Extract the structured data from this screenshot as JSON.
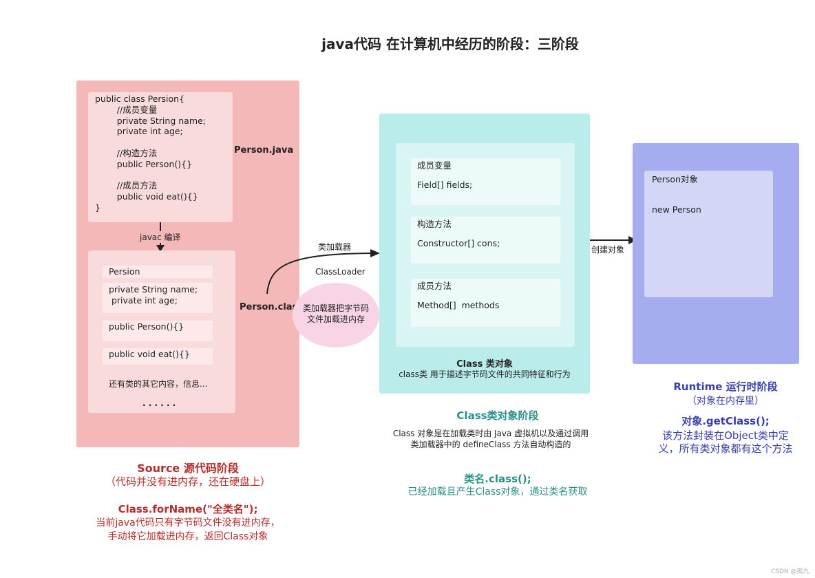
{
  "title": "java代码 在计算机中经历的阶段：三阶段",
  "source": {
    "code_lines": [
      "public class Persion{",
      "        //成员变量",
      "        private String name;",
      "        private int age;",
      "",
      "        //构造方法",
      "        public Person(){}",
      "",
      "        //成员方法",
      "        public void eat(){}",
      "}"
    ],
    "java_label": "Person.java",
    "compile_label": "javac 编译",
    "class_items": [
      "Persion",
      "private String name;\n private int age;",
      "public Person(){}",
      "public void eat(){}"
    ],
    "other_content": "还有类的其它内容，信息...",
    "dots": ". . . . . .",
    "class_label": "Person.class",
    "stage_title": "Source 源代码阶段",
    "stage_sub": "（代码并没有进内存，还在硬盘上）",
    "method": "Class.forName(\"全类名\");",
    "method_desc1": "当前java代码只有字节码文件没有进内存，",
    "method_desc2": "手动将它加载进内存，返回Class对象"
  },
  "loader": {
    "top_label": "类加载器",
    "name": "ClassLoader",
    "ellipse_line1": "类加载器把字节码",
    "ellipse_line2": "文件加载进内存"
  },
  "class_stage": {
    "items": [
      {
        "heading": "成员变量",
        "value": "Field[] fields;"
      },
      {
        "heading": "构造方法",
        "value": "Constructor[] cons;"
      },
      {
        "heading": "成员方法",
        "value": "Method[]  methods"
      }
    ],
    "object_title": "Class 类对象",
    "object_desc": "class类 用于描述字节码文件的共同特征和行为",
    "stage_title": "Class类对象阶段",
    "desc1": "Class 对象是在加载类时由 Java 虚拟机以及通过调用",
    "desc2": "类加载器中的 defineClass 方法自动构造的",
    "method": "类名.class();",
    "method_desc": "已经加载且产生Class对象，通过类名获取"
  },
  "runtime": {
    "create_label": "创建对象",
    "obj_heading": "Person对象",
    "obj_value": "new Person",
    "stage_title": "Runtime 运行时阶段",
    "stage_sub": "（对象在内存里）",
    "method": "对象.getClass();",
    "method_desc1": "该方法封装在Object类中定",
    "method_desc2": "义，所有类对象都有这个方法"
  },
  "watermark": "CSDN @孤九.",
  "colors": {
    "source_panel": "#f4b8b8",
    "class_panel": "#b9ecea",
    "runtime_panel": "#a5acf0",
    "red_text": "#b52c2c",
    "teal_text": "#2b8f89",
    "blue_text": "#3840a8"
  }
}
